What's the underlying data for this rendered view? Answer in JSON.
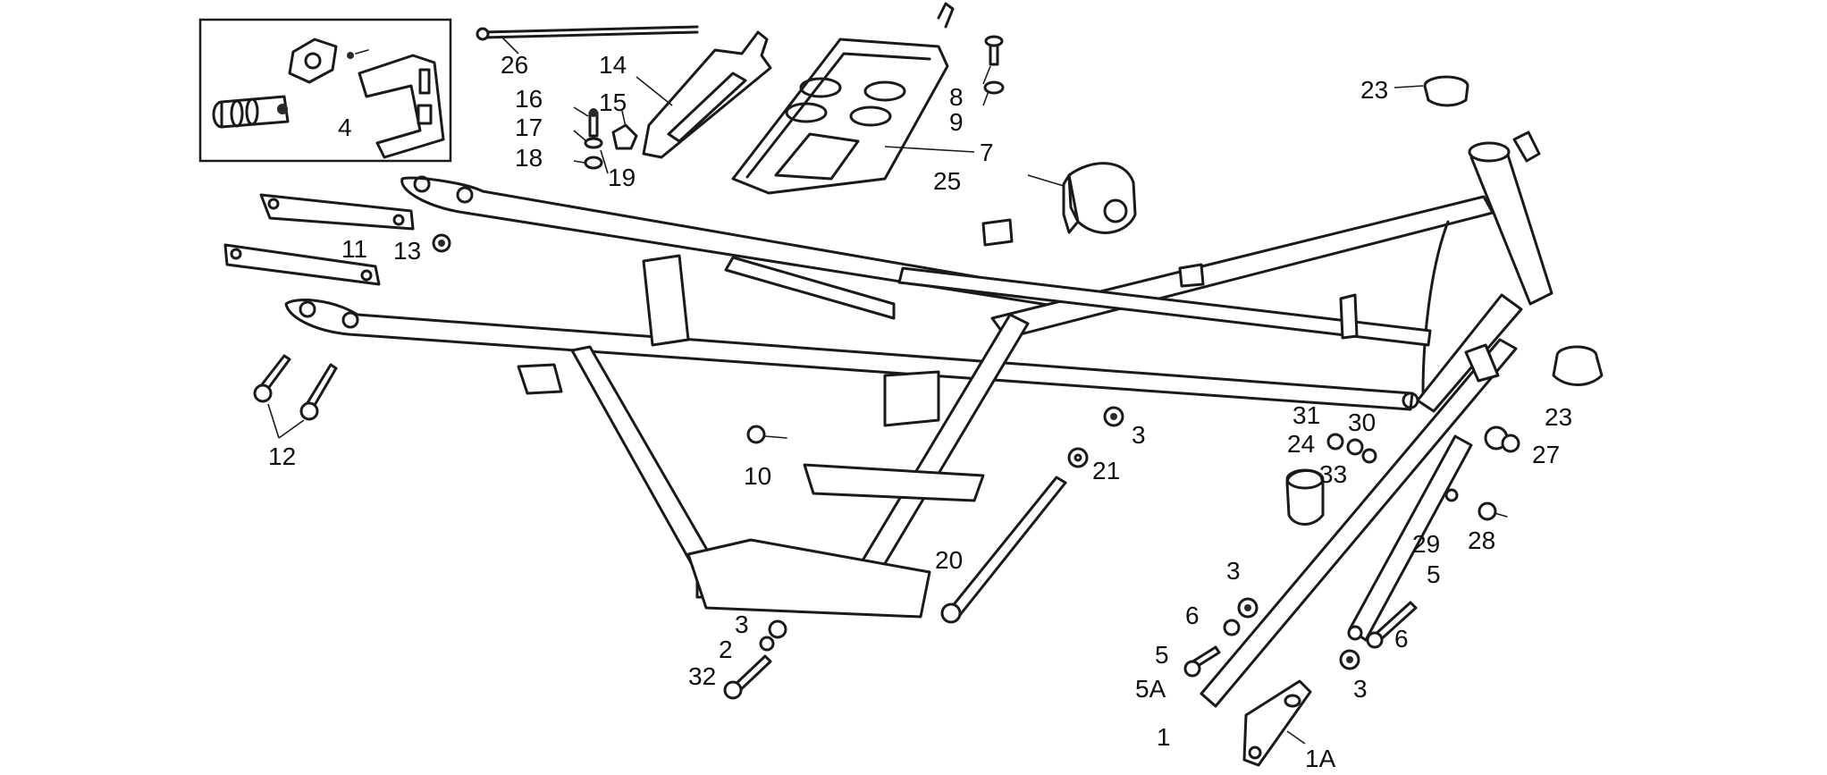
{
  "diagram": {
    "callouts": [
      {
        "id": "c26",
        "text": "26"
      },
      {
        "id": "c14",
        "text": "14"
      },
      {
        "id": "c16",
        "text": "16"
      },
      {
        "id": "c15",
        "text": "15"
      },
      {
        "id": "c17",
        "text": "17"
      },
      {
        "id": "c18",
        "text": "18"
      },
      {
        "id": "c19",
        "text": "19"
      },
      {
        "id": "c4",
        "text": "4"
      },
      {
        "id": "c8",
        "text": "8"
      },
      {
        "id": "c9",
        "text": "9"
      },
      {
        "id": "c7",
        "text": "7"
      },
      {
        "id": "c25",
        "text": "25"
      },
      {
        "id": "c23a",
        "text": "23"
      },
      {
        "id": "c23b",
        "text": "23"
      },
      {
        "id": "c11",
        "text": "11"
      },
      {
        "id": "c13",
        "text": "13"
      },
      {
        "id": "c12",
        "text": "12"
      },
      {
        "id": "c3a",
        "text": "3"
      },
      {
        "id": "c10",
        "text": "10"
      },
      {
        "id": "c21",
        "text": "21"
      },
      {
        "id": "c31",
        "text": "31"
      },
      {
        "id": "c30",
        "text": "30"
      },
      {
        "id": "c24",
        "text": "24"
      },
      {
        "id": "c33",
        "text": "33"
      },
      {
        "id": "c27",
        "text": "27"
      },
      {
        "id": "c29",
        "text": "29"
      },
      {
        "id": "c28",
        "text": "28"
      },
      {
        "id": "c20",
        "text": "20"
      },
      {
        "id": "c5a",
        "text": "5"
      },
      {
        "id": "c3b",
        "text": "3"
      },
      {
        "id": "c6a",
        "text": "6"
      },
      {
        "id": "c6b",
        "text": "6"
      },
      {
        "id": "c5b",
        "text": "5"
      },
      {
        "id": "c5A",
        "text": "5A"
      },
      {
        "id": "c3c",
        "text": "3"
      },
      {
        "id": "c3d",
        "text": "3"
      },
      {
        "id": "c2",
        "text": "2"
      },
      {
        "id": "c32",
        "text": "32"
      },
      {
        "id": "c1",
        "text": "1"
      },
      {
        "id": "c1A",
        "text": "1A"
      }
    ]
  }
}
